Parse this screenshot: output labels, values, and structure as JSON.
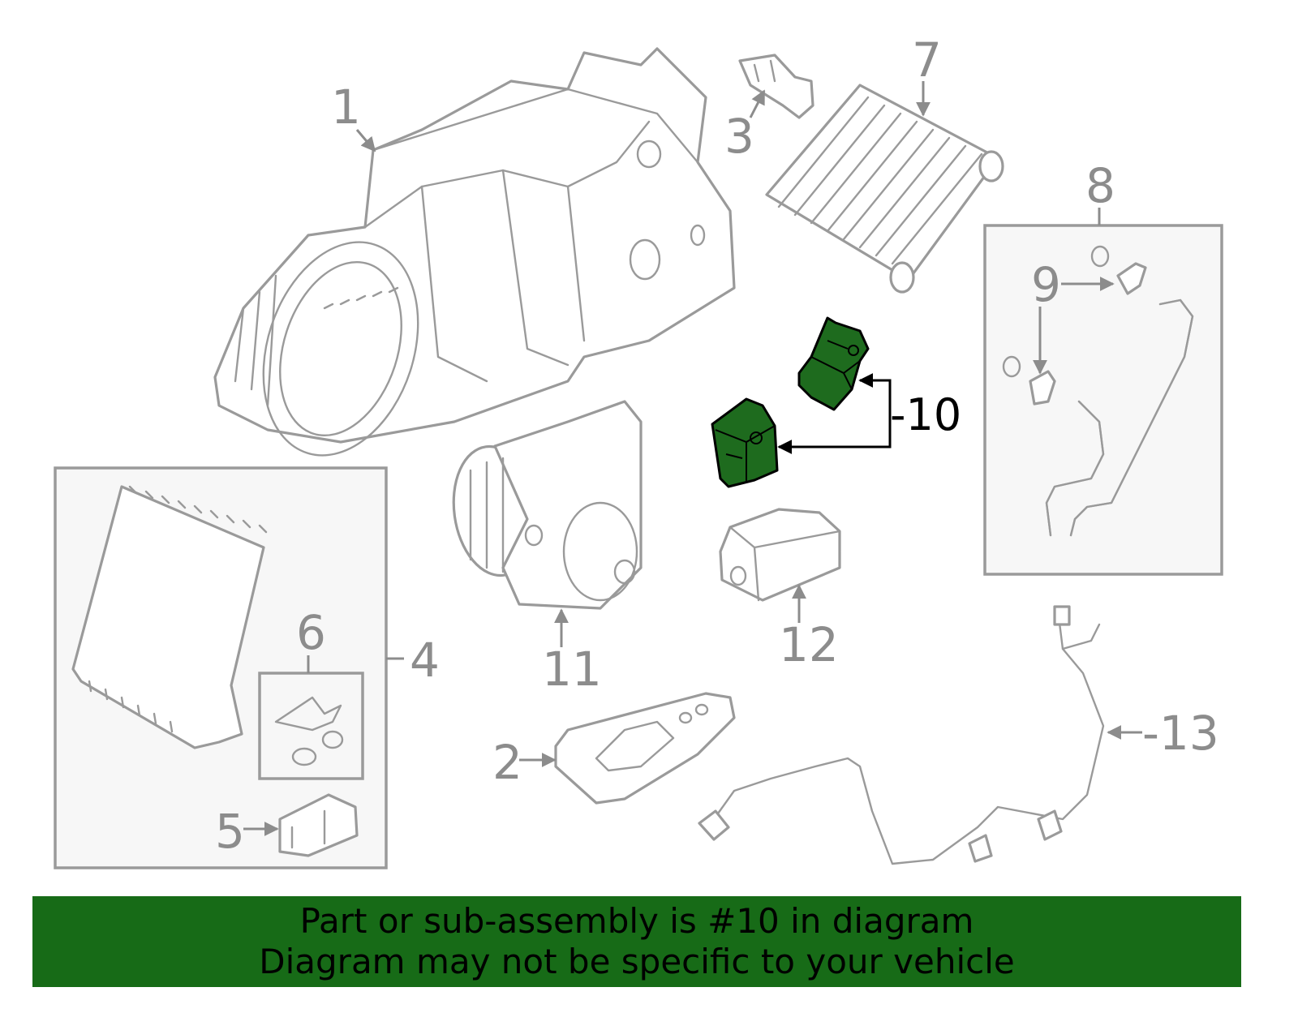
{
  "callouts": {
    "c1": "1",
    "c2": "2",
    "c3": "3",
    "c4": "4",
    "c5": "5",
    "c6": "6",
    "c7": "7",
    "c8": "8",
    "c9": "9",
    "c10": "-10",
    "c11": "11",
    "c12": "12",
    "c13": "-13"
  },
  "highlight_color": "#1e6b1e",
  "banner": {
    "line1": "Part or sub-assembly is #10 in diagram",
    "line2": "Diagram may not be specific to your vehicle",
    "color": "#176b17"
  }
}
